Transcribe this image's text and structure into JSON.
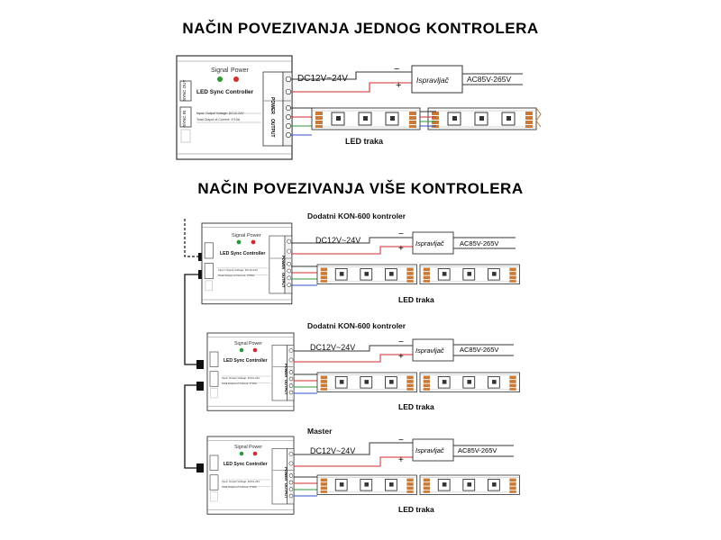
{
  "titles": {
    "single": "NAČIN POVEZIVANJA JEDNOG KONTROLERA",
    "multi": "NAČIN POVEZIVANJA VIŠE KONTROLERA"
  },
  "controller": {
    "signal_label": "Signal",
    "power_label": "Power",
    "name": "LED Sync Controller",
    "input_label": "Input: Output Voltage: DC12-24V",
    "output_label": "Total Output of Current: 3*10A",
    "sync_in": "SYNC IN",
    "sync_out": "SYNC OUT",
    "power_port": "POWER",
    "output_port": "OUTPUT",
    "plus": "+",
    "minus": "−",
    "signal_color": "#2a9a3a",
    "power_color": "#d62b2b"
  },
  "wiring": {
    "dc_label": "DC12V~24V",
    "ac_label": "AC85V-265V",
    "rectifier_label": "Ispravljač",
    "minus_sign": "−",
    "plus_sign": "+",
    "led_label": "LED traka",
    "red": "#d62b2b",
    "green": "#2a9a3a",
    "blue": "#2f52c8"
  },
  "multi": {
    "top_label": "Dodatni KON-600 kontroler",
    "mid_label": "Dodatni KON-600 kontroler",
    "bottom_label": "Master"
  }
}
